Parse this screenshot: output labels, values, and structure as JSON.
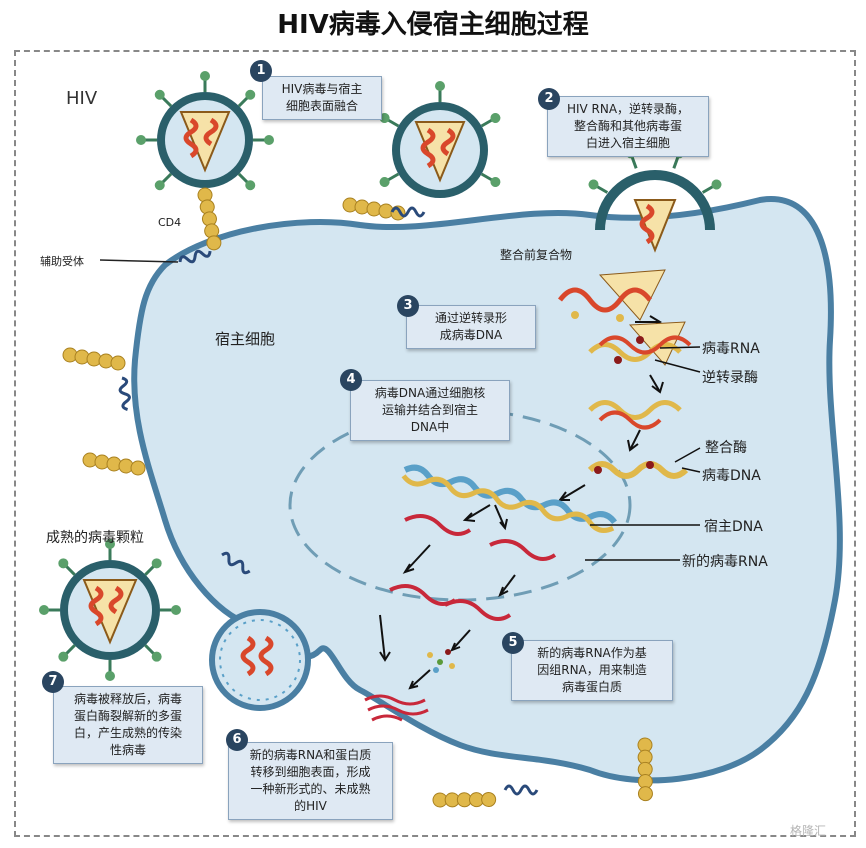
{
  "title": "HIV病毒入侵宿主细胞过程",
  "labels": {
    "hiv": "HIV",
    "cd4": "CD4",
    "co_receptor": "辅助受体",
    "host_cell": "宿主细胞",
    "pre_integration_complex": "整合前复合物",
    "viral_rna": "病毒RNA",
    "reverse_transcriptase": "逆转录酶",
    "integrase": "整合酶",
    "viral_dna": "病毒DNA",
    "host_dna": "宿主DNA",
    "new_viral_rna": "新的病毒RNA",
    "mature_particle": "成熟的病毒颗粒"
  },
  "steps": [
    {
      "num": "1",
      "text": "HIV病毒与宿主\n细胞表面融合"
    },
    {
      "num": "2",
      "text": "HIV RNA，逆转录酶，\n整合酶和其他病毒蛋\n白进入宿主细胞"
    },
    {
      "num": "3",
      "text": "通过逆转录形\n成病毒DNA"
    },
    {
      "num": "4",
      "text": "病毒DNA通过细胞核\n运输并结合到宿主\nDNA中"
    },
    {
      "num": "5",
      "text": "新的病毒RNA作为基\n因组RNA，用来制造\n病毒蛋白质"
    },
    {
      "num": "6",
      "text": "新的病毒RNA和蛋白质\n转移到细胞表面，形成\n一种新形式的、未成熟\n的HIV"
    },
    {
      "num": "7",
      "text": "病毒被释放后，病毒\n蛋白酶裂解新的多蛋\n白，产生成熟的传染\n性病毒"
    }
  ],
  "watermark": "格隆汇",
  "colors": {
    "cytoplasm": "#d4e6f1",
    "membrane": "#4a7fa3",
    "virus_shell": "#2a5f6a",
    "capsid": "#f6e2a8",
    "rna": "#d9472b",
    "receptor": "#e0b84a",
    "box_fill": "#dfe9f3",
    "badge": "#2a4560"
  }
}
